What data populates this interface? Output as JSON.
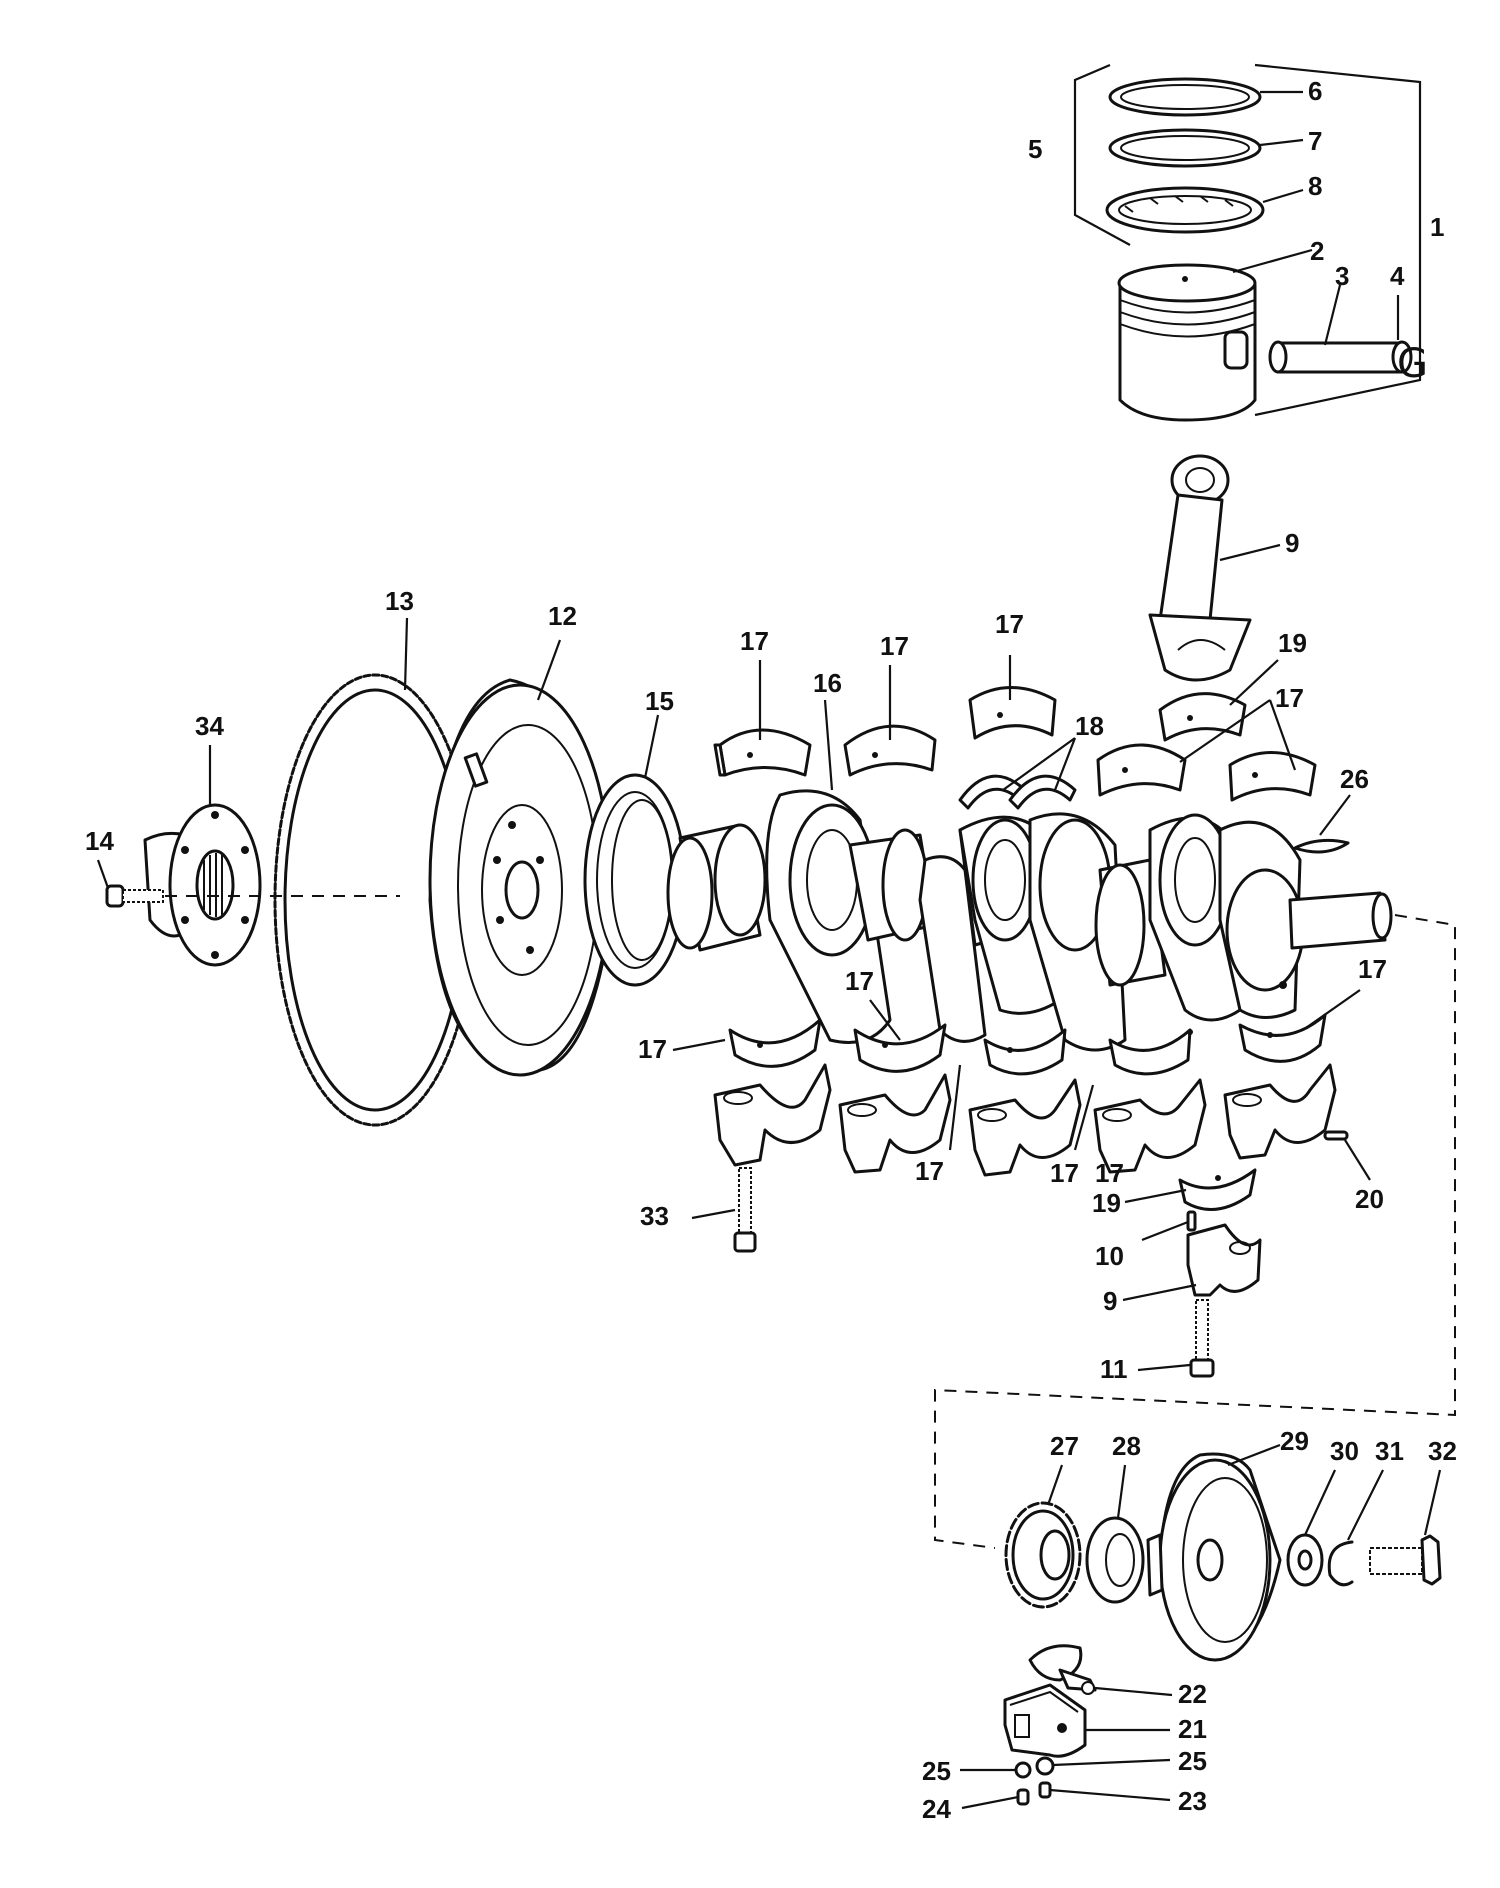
{
  "callouts": {
    "c1": "1",
    "c2": "2",
    "c3": "3",
    "c4": "4",
    "c5": "5",
    "c6": "6",
    "c7": "7",
    "c8": "8",
    "c9a": "9",
    "c9b": "9",
    "c10": "10",
    "c11": "11",
    "c12": "12",
    "c13": "13",
    "c14": "14",
    "c15": "15",
    "c16": "16",
    "c17a": "17",
    "c17b": "17",
    "c17c": "17",
    "c17d": "17",
    "c17e": "17",
    "c17f": "17",
    "c17g": "17",
    "c17h": "17",
    "c17i": "17",
    "c17j": "17",
    "c18": "18",
    "c19a": "19",
    "c19b": "19",
    "c20": "20",
    "c21": "21",
    "c22": "22",
    "c23": "23",
    "c24": "24",
    "c25a": "25",
    "c25b": "25",
    "c26": "26",
    "c27": "27",
    "c28": "28",
    "c29": "29",
    "c30": "30",
    "c31": "31",
    "c32": "32",
    "c33": "33",
    "c34": "34"
  },
  "snap_ring_letter": "G"
}
